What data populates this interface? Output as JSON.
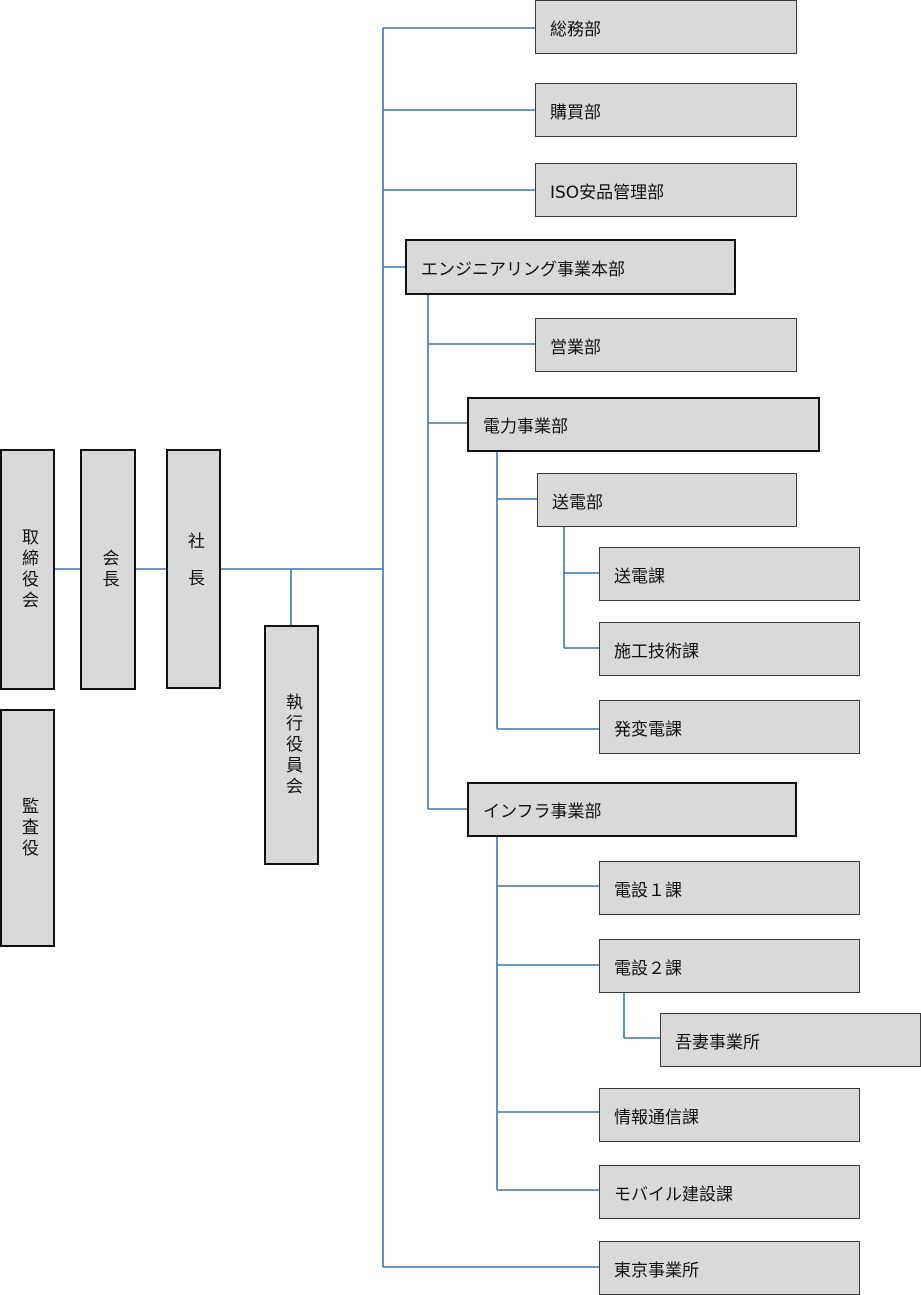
{
  "left": {
    "board": "取締役会",
    "chairman": "会長",
    "president": "社長",
    "auditor": "監査役",
    "executive_committee": "執行役員会"
  },
  "staff": {
    "general_affairs": "総務部",
    "purchasing": "購買部",
    "iso_quality": "ISO安品管理部"
  },
  "engineering": {
    "title": "エンジニアリング事業本部",
    "sales": "営業部",
    "power": {
      "title": "電力事業部",
      "transmission_dept": "送電部",
      "transmission_section": "送電課",
      "construction_tech_section": "施工技術課",
      "substation_section": "発変電課"
    },
    "infra": {
      "title": "インフラ事業部",
      "electric1": "電設１課",
      "electric2": "電設２課",
      "agatsuma_office": "吾妻事業所",
      "info_comm": "情報通信課",
      "mobile_construction": "モバイル建設課"
    }
  },
  "tokyo_office": "東京事業所"
}
